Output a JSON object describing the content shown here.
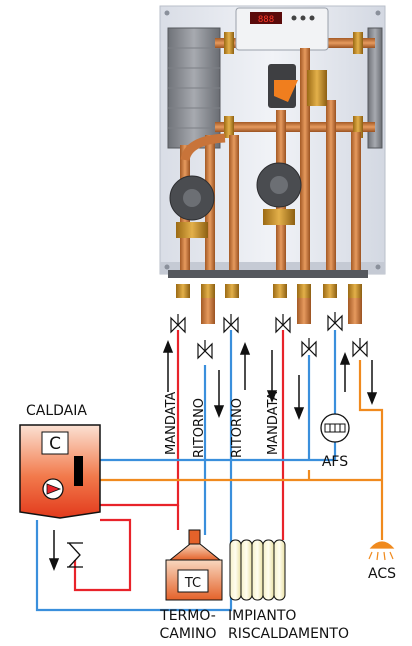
{
  "labels": {
    "caldaia": "CALDAIA",
    "caldaia_letter": "C",
    "mandata_left": "MANDATA",
    "ritorno_left": "RITORNO",
    "ritorno_right": "RITORNO",
    "mandata_right": "MANDATA",
    "afs": "AFS",
    "acs": "ACS",
    "tc": "TC",
    "termocamino_line1": "TERMO-",
    "termocamino_line2": "CAMINO",
    "impianto_line1": "IMPIANTO",
    "impianto_line2": "RISCALDAMENTO"
  },
  "display": {
    "readout": "888"
  },
  "colors": {
    "hot": "#e8232a",
    "cold": "#3a8fdc",
    "dhw": "#f08a1e",
    "copper": "#c8743a",
    "panel": "#e9ecf2"
  },
  "icons": [
    "valve-icon",
    "pump-icon",
    "flow-arrow-icon",
    "check-valve-icon",
    "meter-icon",
    "shower-icon",
    "radiator-icon",
    "fireplace-icon"
  ]
}
